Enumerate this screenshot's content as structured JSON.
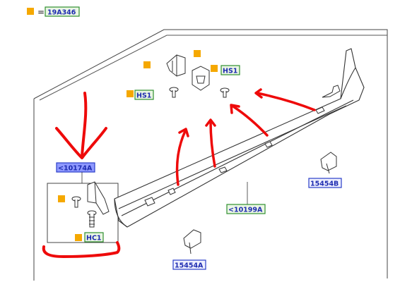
{
  "legend": {
    "equals_sign": "=",
    "code": "19A346"
  },
  "callouts": {
    "hs1_top": "HS1",
    "hs1_left": "HS1",
    "part_10174a": "<10174A",
    "part_10199a": "<10199A",
    "part_15454b": "15454B",
    "part_15454a": "15454A",
    "part_hc1": "HC1"
  },
  "colors": {
    "marker_square": "#f5a800",
    "green_box_border": "#2f8f2f",
    "green_box_fill": "#eaf6e4",
    "blue_box_border": "#2a3ec8",
    "blue_box_fill": "#eef0ff",
    "highlight_fill": "#8f99ff",
    "label_text": "#1d2bb0",
    "red_annotation": "#ee0a0a",
    "line_art": "#333333"
  }
}
